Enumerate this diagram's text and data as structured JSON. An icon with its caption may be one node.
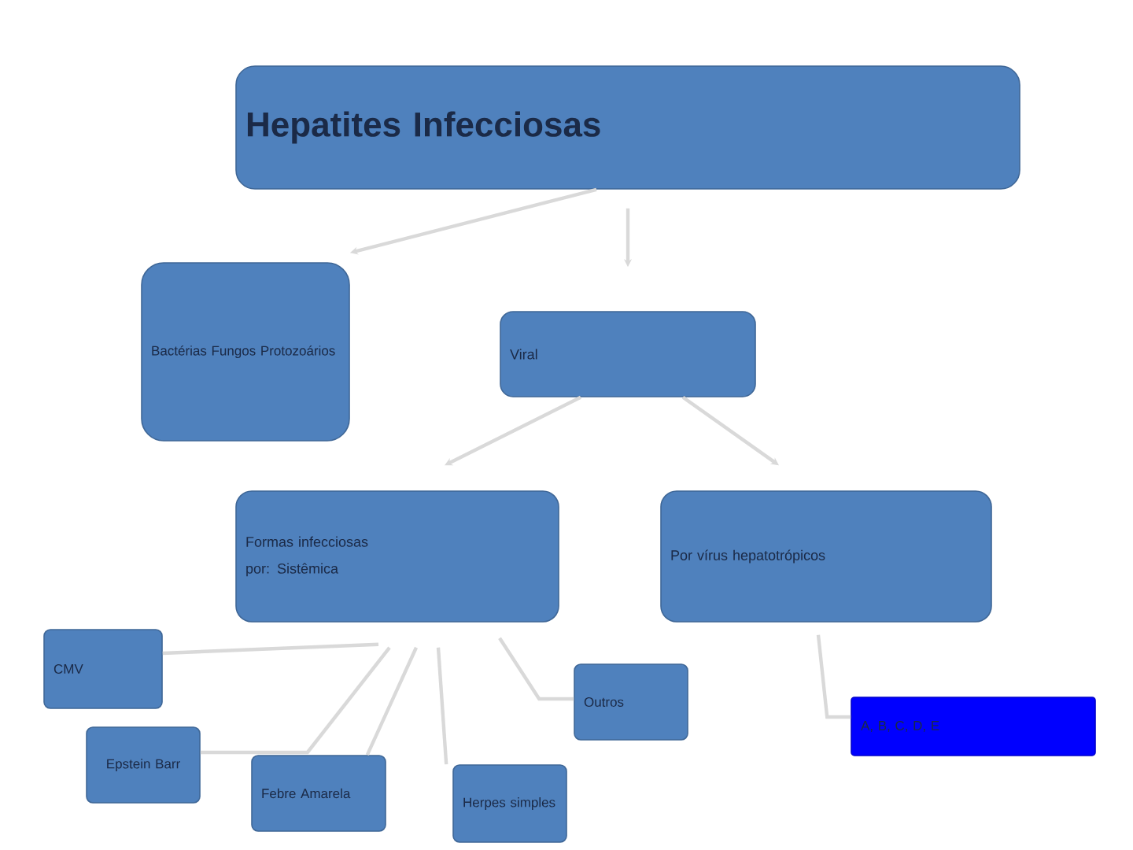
{
  "diagram": {
    "nodes": [
      {
        "text": [
          "Hepatites Infecciosas"
        ]
      },
      {
        "text": [
          "Bactérias Fungos Protozoários"
        ]
      },
      {
        "text": [
          "Viral"
        ]
      },
      {
        "text": [
          "Formas infecciosas",
          "por: Sistêmica"
        ]
      },
      {
        "text": [
          "Por vírus hepatotrópicos"
        ]
      },
      {
        "text": [
          "CMV"
        ]
      },
      {
        "text": [
          "Epstein Barr"
        ]
      },
      {
        "text": [
          "Febre Amarela"
        ]
      },
      {
        "text": [
          "Herpes simples"
        ]
      },
      {
        "text": [
          "Outros"
        ]
      },
      {
        "text": [
          "A, B, C, D, E"
        ]
      }
    ],
    "edges": [
      {
        "from": 0,
        "to": 1,
        "arrow": "to"
      },
      {
        "from": 0,
        "to": 2,
        "arrow": "to"
      },
      {
        "from": 2,
        "to": 3,
        "arrow": "to"
      },
      {
        "from": 2,
        "to": 4,
        "arrow": "to"
      },
      {
        "from": 3,
        "to": 5,
        "arrow": "none"
      },
      {
        "from": 3,
        "to": 6,
        "arrow": "none"
      },
      {
        "from": 3,
        "to": 7,
        "arrow": "none"
      },
      {
        "from": 3,
        "to": 8,
        "arrow": "none"
      },
      {
        "from": 3,
        "to": 9,
        "arrow": "none"
      },
      {
        "from": 4,
        "to": 10,
        "arrow": "none"
      }
    ]
  }
}
